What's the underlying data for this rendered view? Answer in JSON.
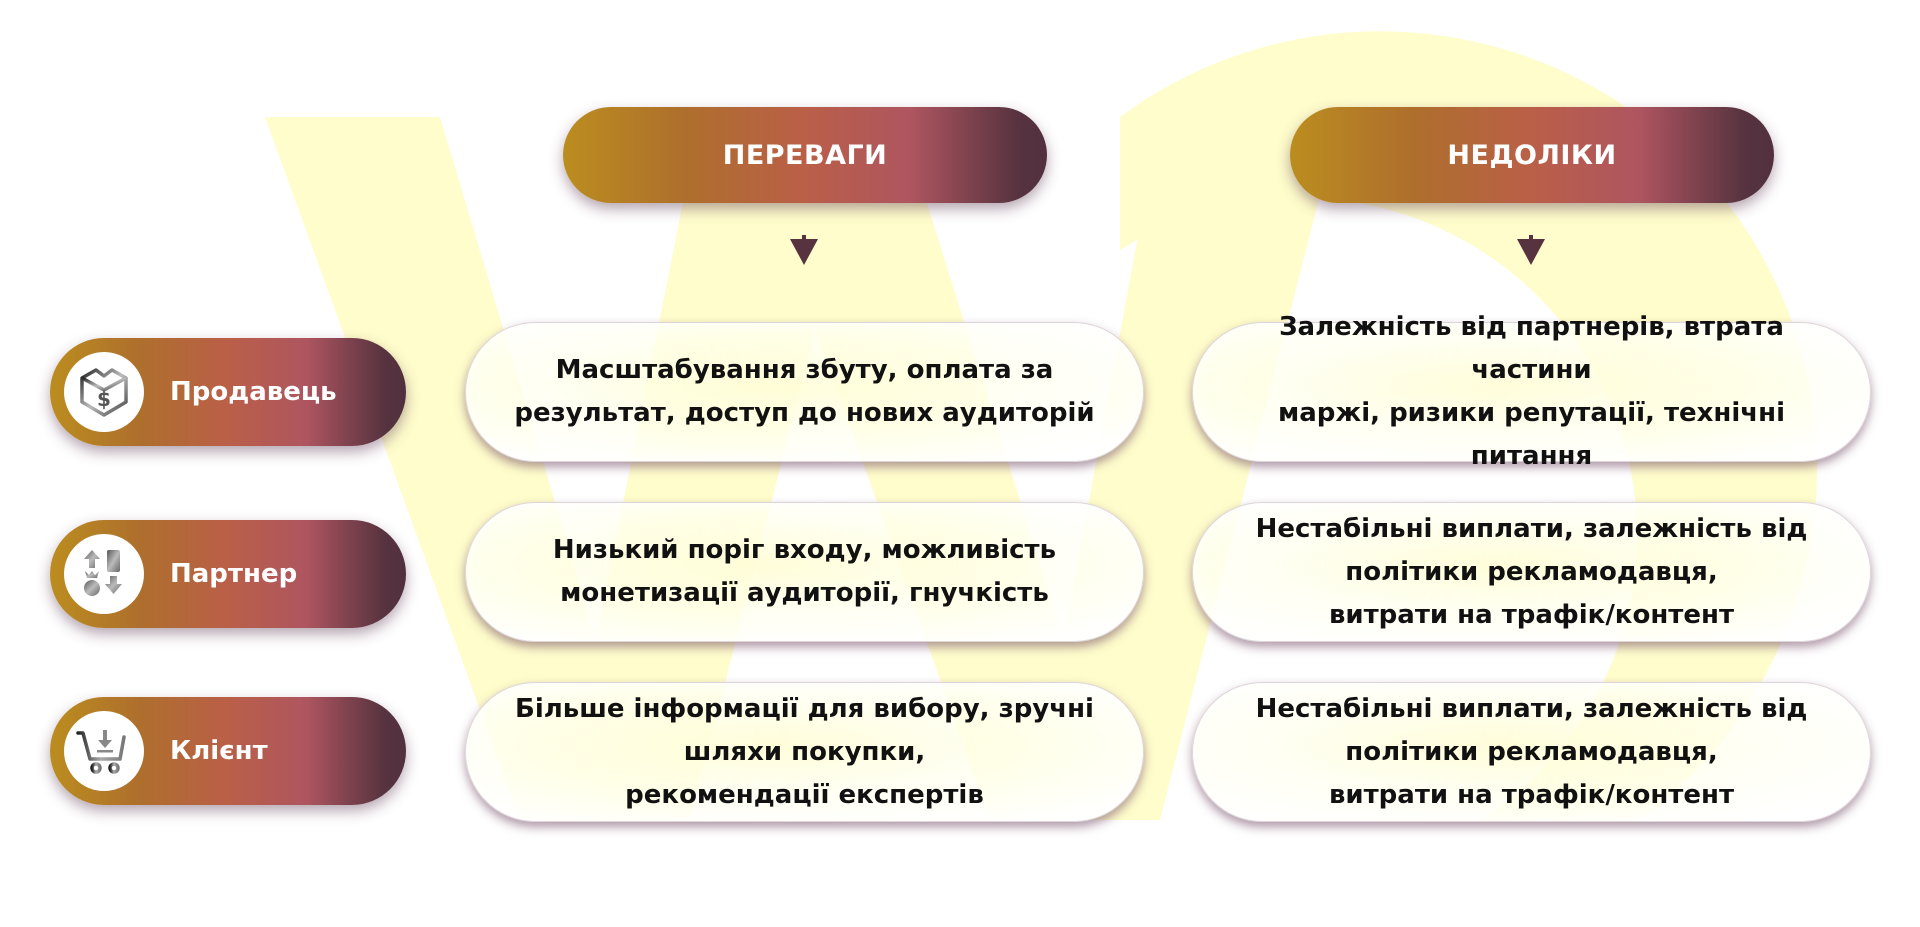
{
  "columns": {
    "advantages": {
      "label": "ПЕРЕВАГИ"
    },
    "disadvantages": {
      "label": "НЕДОЛІКИ"
    }
  },
  "rows": [
    {
      "label": "Продавець",
      "icon": "box-dollar-icon",
      "advantages": "Масштабування збуту, оплата за\nрезультат, доступ до нових аудиторій",
      "disadvantages": "Залежність від партнерів, втрата частини\nмаржі, ризики репутації, технічні питання"
    },
    {
      "label": "Партнер",
      "icon": "exchange-money-icon",
      "advantages": "Низький поріг входу, можливість\nмонетизації аудиторії, гнучкість",
      "disadvantages": "Нестабільні виплати, залежність від\nполітики рекламодавця,\nвитрати на трафік/контент"
    },
    {
      "label": "Клієнт",
      "icon": "cart-download-icon",
      "advantages": "Більше інформації для вибору, зручні\nшляхи покупки,\nрекомендації експертів",
      "disadvantages": "Нестабільні виплати, залежність від\nполітики рекламодавця,\nвитрати на трафік/контент"
    }
  ],
  "colors": {
    "gradient_start": "#bb8d1f",
    "gradient_mid": "#ba5f48",
    "gradient_rose": "#ae5560",
    "gradient_end": "#52303e",
    "arrow": "#57323f",
    "watermark": "#fffdcc",
    "text": "#111111"
  }
}
